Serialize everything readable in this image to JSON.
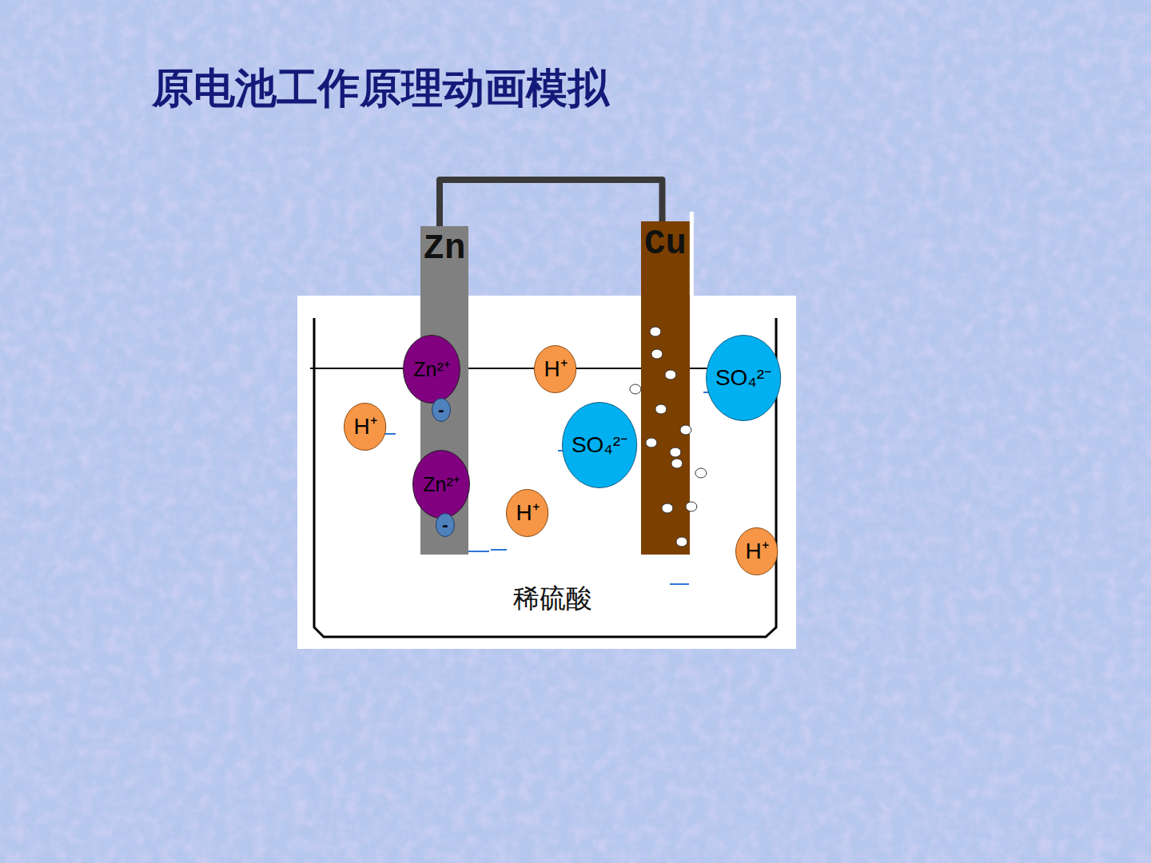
{
  "diagram": {
    "title": "原电池工作原理动画模拟",
    "nodes": [
      {
        "text": [
          "Zn"
        ]
      },
      {
        "text": [
          "Zn²⁺"
        ],
        "in": 0
      },
      {
        "text": [
          "-"
        ],
        "in": 0
      },
      {
        "text": [
          "Zn²⁺"
        ],
        "in": 0
      },
      {
        "text": [
          "-"
        ],
        "in": 0
      },
      {
        "text": [
          "Cu"
        ]
      },
      {
        "text": [
          "稀硫酸"
        ]
      },
      {
        "text": [
          "H⁺"
        ],
        "in": 6
      },
      {
        "text": [
          "SO₄²⁻"
        ],
        "in": 6
      },
      {
        "text": [
          "H⁺"
        ],
        "in": 6
      },
      {
        "text": [
          "SO₄²⁻"
        ],
        "in": 6
      },
      {
        "text": [
          "H⁺"
        ],
        "in": 6
      },
      {
        "text": [
          "H⁺"
        ],
        "in": 6
      }
    ],
    "edges": [
      {
        "from": 0,
        "to": 5,
        "arrow": "none"
      }
    ]
  }
}
